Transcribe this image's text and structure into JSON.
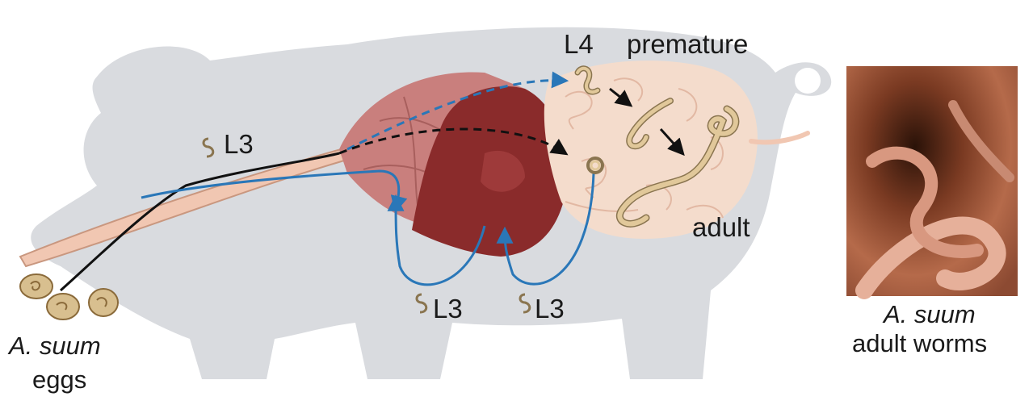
{
  "labels": {
    "l3_esophagus": "L3",
    "l4": "L4",
    "premature": "premature",
    "adult": "adult",
    "l3_liver": "L3",
    "l3_lung": "L3",
    "eggs_species": "A. suum",
    "eggs": "eggs",
    "photo_species": "A. suum",
    "photo_caption": "adult worms"
  },
  "colors": {
    "pig_silhouette": "#d9dbdf",
    "digestive_tract": "#f1c7b2",
    "stomach": "#c97f7d",
    "liver": "#8a2b2b",
    "intestine": "#f4dccc",
    "worm": "#e1c89a",
    "blue_route": "#2a77b8",
    "black_route": "#111111"
  },
  "icons": [
    "egg-icon",
    "larva-icon",
    "worm-icon",
    "arrow-icon"
  ]
}
